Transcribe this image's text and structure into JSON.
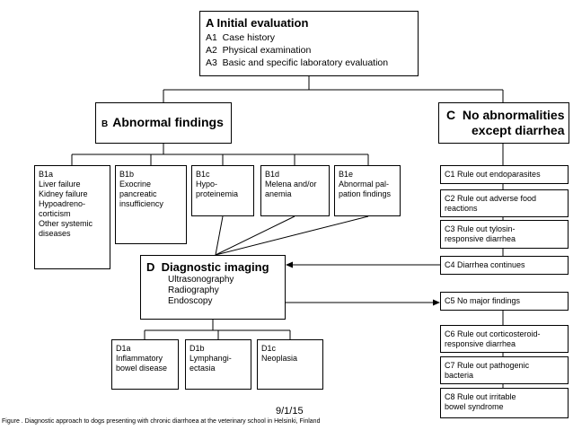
{
  "box_a": {
    "letter": "A",
    "title": "Initial evaluation",
    "items": [
      "A1  Case history",
      "A2  Physical examination",
      "A3  Basic and specific laboratory evaluation"
    ]
  },
  "box_b": {
    "letter": "B",
    "title": "Abnormal findings"
  },
  "box_c": {
    "letter": "C",
    "title_line1": "No abnormalities",
    "title_line2": "except diarrhea"
  },
  "b_items": [
    {
      "text": "B1a\nLiver failure\nKidney failure\nHypoadreno-\n   corticism\nOther systemic\n   diseases"
    },
    {
      "text": "B1b\nExocrine\npancreatic\ninsufficiency"
    },
    {
      "text": "B1c\nHypo-\nproteinemia"
    },
    {
      "text": "B1d\nMelena and/or\nanemia"
    },
    {
      "text": "B1e\nAbnormal pal-\npation findings"
    }
  ],
  "box_d": {
    "letter": "D",
    "title": "Diagnostic imaging",
    "items": [
      "Ultrasonography",
      "Radiography",
      "Endoscopy"
    ]
  },
  "d_items": [
    {
      "text": "D1a\nInflammatory\nbowel disease"
    },
    {
      "text": "D1b\nLymphangi-\nectasia"
    },
    {
      "text": "D1c\nNeoplasia"
    }
  ],
  "c_items": [
    {
      "text": "C1 Rule out endoparasites"
    },
    {
      "text": "C2 Rule out adverse food\n       reactions"
    },
    {
      "text": "C3 Rule out tylosin-\n       responsive diarrhea"
    },
    {
      "text": "C4 Diarrhea continues"
    },
    {
      "text": "C5 No major findings"
    },
    {
      "text": "C6 Rule out corticosteroid-\n       responsive diarrhea"
    },
    {
      "text": "C7 Rule out pathogenic\n       bacteria"
    },
    {
      "text": "C8 Rule out irritable\n       bowel syndrome"
    }
  ],
  "footer": {
    "date": "9/1/15",
    "caption": "Figure . Diagnostic approach to dogs presenting with chronic diarrhoea at the veterinary school in Helsinki, Finland"
  }
}
